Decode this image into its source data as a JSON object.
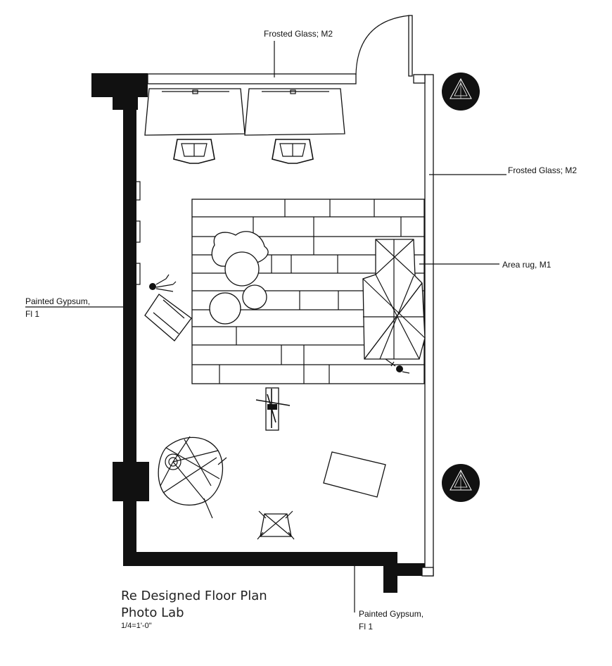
{
  "plan": {
    "title_line1": "Re Designed Floor Plan",
    "title_line2": "Photo Lab",
    "scale_note": "1/4=1'-0\""
  },
  "callouts": {
    "frosted_glass_top": "Frosted Glass; M2",
    "frosted_glass_right": "Frosted Glass; M2",
    "area_rug": "Area rug, M1",
    "painted_gypsum_left_line1": "Painted Gypsum,",
    "painted_gypsum_left_line2": "Fl 1",
    "painted_gypsum_bottom_line1": "Painted Gypsum,",
    "painted_gypsum_bottom_line2": "Fl 1"
  },
  "colors": {
    "ink": "#111111",
    "paper": "#ffffff"
  }
}
